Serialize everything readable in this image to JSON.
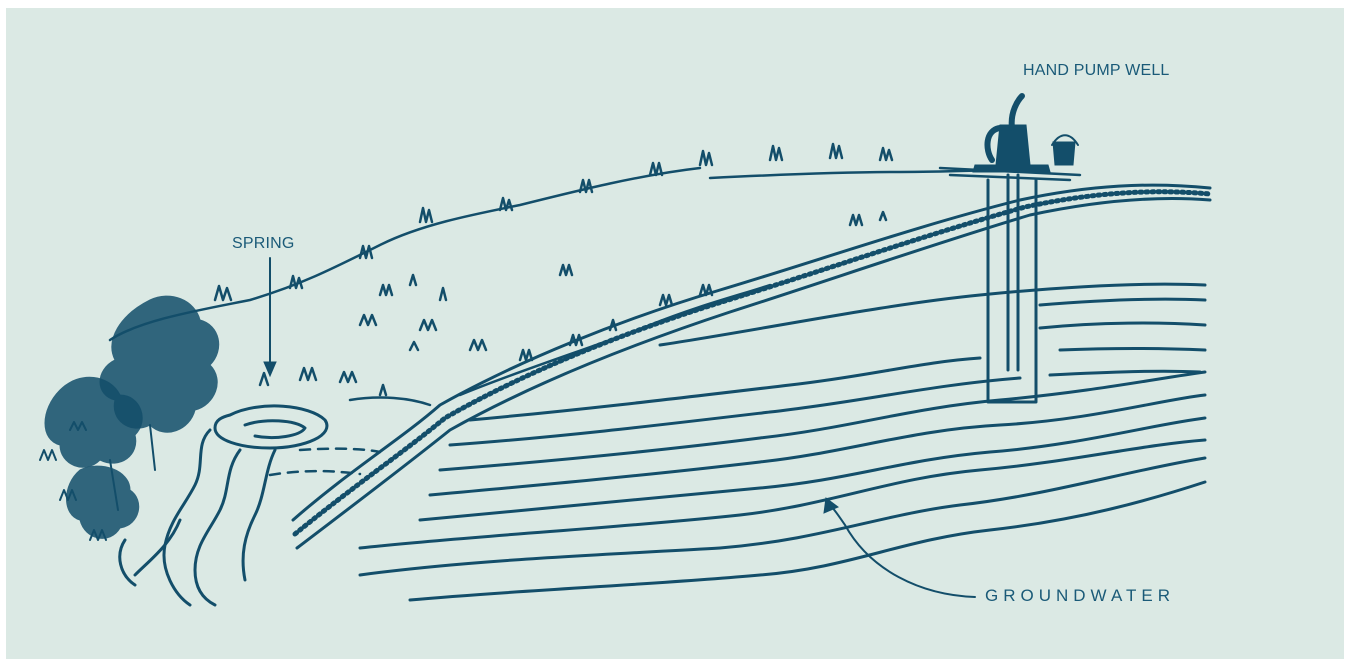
{
  "labels": {
    "hand_pump_well": "HAND PUMP WELL",
    "spring": "SPRING",
    "groundwater": "GROUNDWATER"
  },
  "colors": {
    "background": "#dbe9e4",
    "ink": "#134e6a",
    "label_text": "#1a5a78"
  }
}
